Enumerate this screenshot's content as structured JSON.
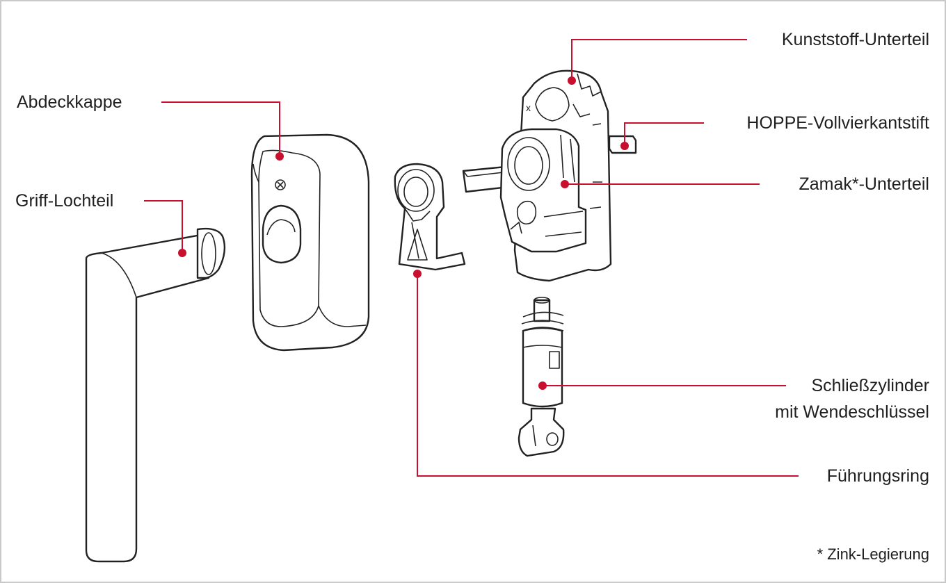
{
  "accent_color": "#c8102e",
  "labels": {
    "abdeckkappe": "Abdeckkappe",
    "griff_lochteil": "Griff-Lochteil",
    "kunststoff_unterteil": "Kunststoff-Unterteil",
    "vollvierkantstift": "HOPPE-Vollvierkantstift",
    "zamak_unterteil": "Zamak*-Unterteil",
    "schliesszylinder_line1": "Schließzylinder",
    "schliesszylinder_line2": "mit Wendeschlüssel",
    "fuehrungsring": "Führungsring"
  },
  "footnote": "* Zink-Legierung"
}
